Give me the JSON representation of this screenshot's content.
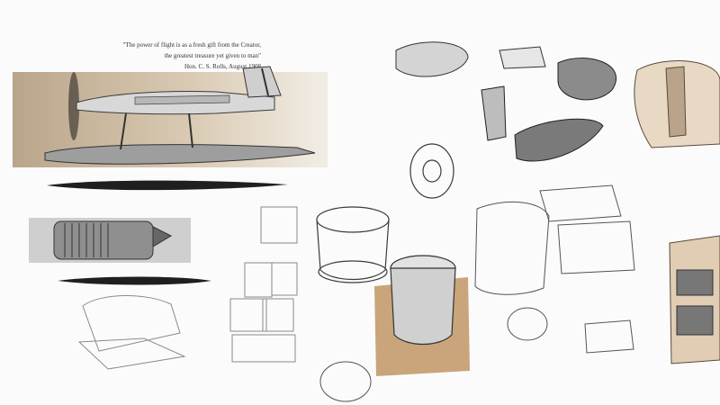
{
  "quote": {
    "line1": "\"The power of flight is as a fresh gift from the Creator,",
    "line2": "the greatest treasure yet given to man\"",
    "attribution": "Hon. C. S. Rolls, August 1908"
  },
  "colors": {
    "paper": "#fbfbfb",
    "render_tan": "#c8b59c",
    "interior_leather": "#e8d9c4",
    "ink": "#2b2b2b",
    "pencil": "#8a8a8a"
  },
  "icons": [
    "seaplane-render",
    "engine-render",
    "cup-holder-render",
    "seat-render",
    "pencil-sketch"
  ]
}
